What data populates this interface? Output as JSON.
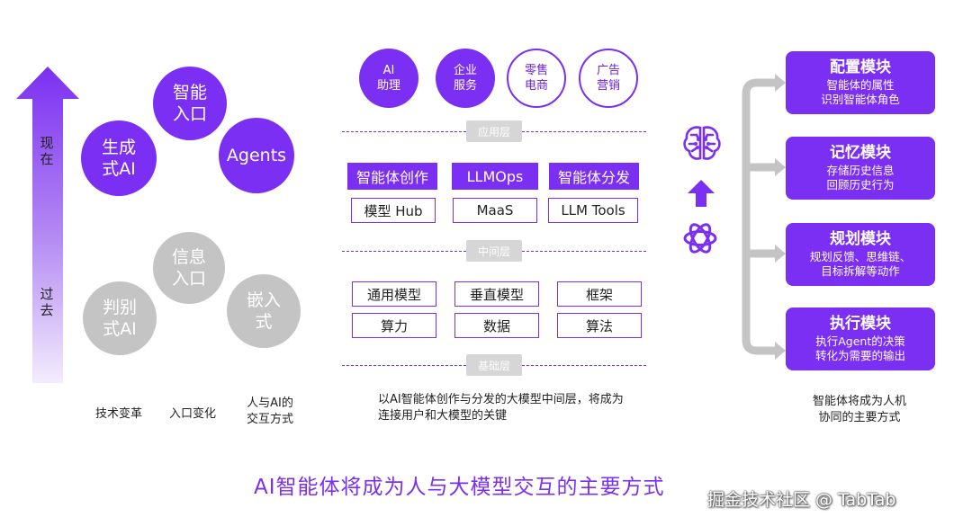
{
  "left": {
    "now_label": "现在",
    "past_label": "过去",
    "purple_circles": [
      {
        "label": "智能\n入口"
      },
      {
        "label": "生成\n式AI"
      },
      {
        "label": "Agents"
      }
    ],
    "grey_circles": [
      {
        "label": "信息\n入口"
      },
      {
        "label": "判别\n式AI"
      },
      {
        "label": "嵌入\n式"
      }
    ],
    "bottom_labels": [
      "技术变革",
      "入口变化",
      "人与AI的\n交互方式"
    ]
  },
  "middle": {
    "top_circles": [
      {
        "label": "AI\n助理"
      },
      {
        "label": "企业\n服务"
      },
      {
        "label": "零售\n电商"
      },
      {
        "label": "广告\n营销"
      }
    ],
    "layers": {
      "application": "应用层",
      "middle": "中间层",
      "base": "基础层"
    },
    "middle_row_fill": [
      "智能体创作",
      "LLMOps",
      "智能体分发"
    ],
    "middle_row_outline": [
      "模型 Hub",
      "MaaS",
      "LLM Tools"
    ],
    "base_row1": [
      "通用模型",
      "垂直模型",
      "框架"
    ],
    "base_row2": [
      "算力",
      "数据",
      "算法"
    ],
    "caption": "以AI智能体创作与分发的大模型中间层，将成为连接用户和大模型的关键"
  },
  "right": {
    "icons": [
      "brain-icon",
      "arrow-up-icon",
      "openai-icon"
    ],
    "modules": [
      {
        "title": "配置模块",
        "desc": "智能体的属性\n识别智能体角色"
      },
      {
        "title": "记忆模块",
        "desc": "存储历史信息\n回顾历史行为"
      },
      {
        "title": "规划模块",
        "desc": "规划反馈、思维链、\n目标拆解等动作"
      },
      {
        "title": "执行模块",
        "desc": "执行Agent的决策\n转化为需要的输出"
      }
    ],
    "caption": "智能体将成为人机\n协同的主要方式"
  },
  "title": "AI智能体将成为人与大模型交互的主要方式",
  "watermark": "掘金技术社区 @ TabTab",
  "colors": {
    "accent": "#7b2ff2",
    "grey": "#c4c4c4",
    "tag_grey": "#d6d6d6"
  }
}
